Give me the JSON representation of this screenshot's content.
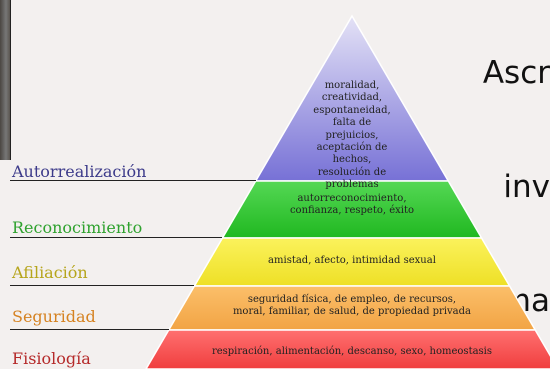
{
  "heading_lines": [
    "Ascr",
    "inv",
    "forma"
  ],
  "levels": [
    {
      "key": "autorrealizacion",
      "label": "Autorrealización",
      "label_color": "#3c3a8a",
      "fill_top": "#e4e2f6",
      "fill_bottom": "#7771d6",
      "lines": [
        "moralidad,",
        "creatividad,",
        "espontaneidad,",
        "falta de prejuicios,",
        "aceptación de hechos,",
        "resolución de problemas"
      ]
    },
    {
      "key": "reconocimiento",
      "label": "Reconocimiento",
      "label_color": "#2fa22f",
      "fill_top": "#55d855",
      "fill_bottom": "#20b820",
      "lines": [
        "autorreconocimiento,",
        "confianza, respeto, éxito"
      ]
    },
    {
      "key": "afiliacion",
      "label": "Afiliación",
      "label_color": "#b6a51c",
      "fill_top": "#fbf25c",
      "fill_bottom": "#eee026",
      "lines": [
        "amistad, afecto, intimidad sexual"
      ]
    },
    {
      "key": "seguridad",
      "label": "Seguridad",
      "label_color": "#d58221",
      "fill_top": "#fbbf6a",
      "fill_bottom": "#f2a444",
      "lines": [
        "seguridad física, de empleo, de recursos,",
        "moral, familiar, de salud, de propiedad privada"
      ]
    },
    {
      "key": "fisiologia",
      "label": "Fisiología",
      "label_color": "#b52a2a",
      "fill_top": "#ff7070",
      "fill_bottom": "#f03e3e",
      "lines": [
        "respiración, alimentación, descanso, sexo, homeostasis"
      ]
    }
  ]
}
